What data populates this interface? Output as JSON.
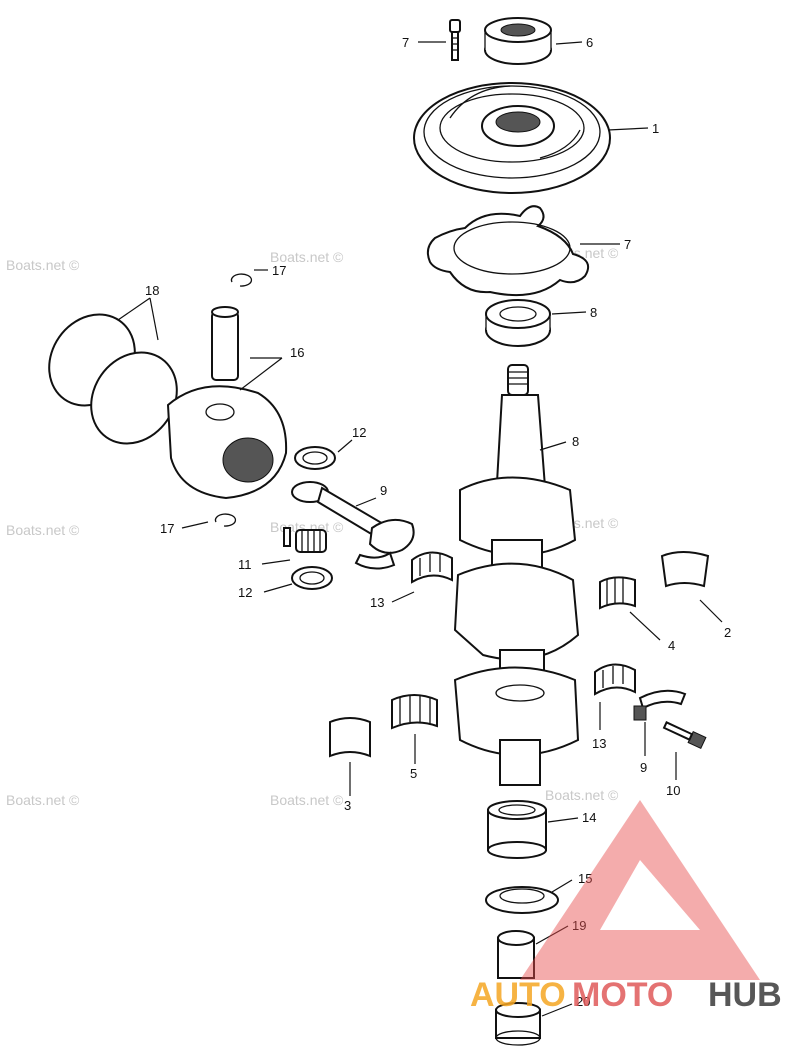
{
  "watermark_text": "Boats.net ©",
  "callouts": [
    "1",
    "2",
    "3",
    "4",
    "5",
    "6",
    "7",
    "7",
    "8",
    "8",
    "9",
    "9",
    "10",
    "11",
    "12",
    "12",
    "13",
    "13",
    "14",
    "15",
    "16",
    "17",
    "17",
    "18",
    "19",
    "20"
  ],
  "logo": {
    "parts": [
      "AUTO",
      "MOTO",
      "HUB"
    ],
    "colors": {
      "auto": "#f5a623",
      "moto": "#e05a5a",
      "hub": "#3a3a3a",
      "triangle": "#e84c4c"
    }
  }
}
